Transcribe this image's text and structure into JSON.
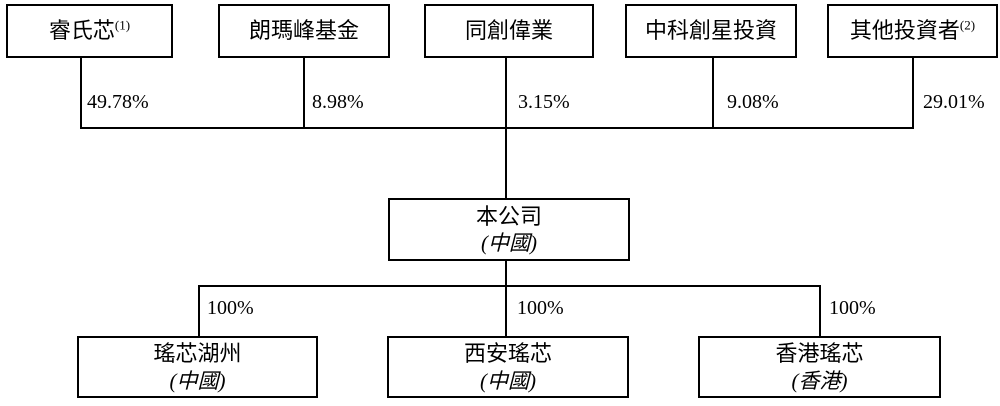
{
  "diagram": {
    "title": "shareholding-structure",
    "colors": {
      "line": "#000000",
      "background": "#ffffff",
      "text": "#000000"
    },
    "shareholders": [
      {
        "name": "睿氏芯",
        "note": "(1)",
        "percent": "49.78%"
      },
      {
        "name": "朗瑪峰基金",
        "note": "",
        "percent": "8.98%"
      },
      {
        "name": "同創偉業",
        "note": "",
        "percent": "3.15%"
      },
      {
        "name": "中科創星投資",
        "note": "",
        "percent": "9.08%"
      },
      {
        "name": "其他投資者",
        "note": "(2)",
        "percent": "29.01%"
      }
    ],
    "company": {
      "name": "本公司",
      "jurisdiction": "(中國)"
    },
    "subsidiaries": [
      {
        "name": "瑤芯湖州",
        "jurisdiction": "(中國)",
        "percent": "100%"
      },
      {
        "name": "西安瑤芯",
        "jurisdiction": "(中國)",
        "percent": "100%"
      },
      {
        "name": "香港瑤芯",
        "jurisdiction": "(香港)",
        "percent": "100%"
      }
    ]
  }
}
